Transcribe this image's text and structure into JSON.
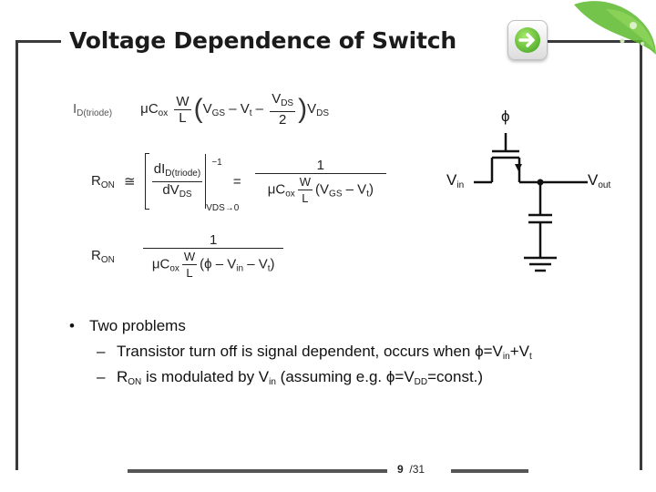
{
  "slide": {
    "title": "Voltage Dependence of Switch",
    "page_current": "9",
    "page_sep": "/",
    "page_total": "31"
  },
  "icons": {
    "next_arrow": "right-arrow-icon",
    "decoration": "green-leaf-decoration",
    "accent_green": "#4aa823"
  },
  "equations": {
    "eq1": {
      "lhs": "I",
      "lhs_sub": "D(triode)",
      "coeff": "μC",
      "coeff_sub": "ox",
      "w": "W",
      "l": "L",
      "vgs": "V",
      "vgs_sub": "GS",
      "minus_vt": "– V",
      "vt_sub": "t",
      "minus": "–",
      "vds_num": "V",
      "vds_num_sub": "DS",
      "two": "2",
      "vds": "V",
      "vds_sub": "DS"
    },
    "eq2": {
      "lhs": "R",
      "lhs_sub": "ON",
      "approx": "≅",
      "d_num": "dI",
      "d_num_sub": "D(triode)",
      "d_den": "dV",
      "d_den_sub": "DS",
      "eval": "V",
      "eval_sub": "DS",
      "eval_to": "→0",
      "exp": "−1",
      "eq": "=",
      "one": "1",
      "coeff": "μC",
      "coeff_sub": "ox",
      "w": "W",
      "l": "L",
      "vgs": "V",
      "vgs_sub": "GS",
      "minus_vt": "– V",
      "vt_sub": "t"
    },
    "eq3": {
      "lhs": "R",
      "lhs_sub": "ON",
      "one": "1",
      "coeff": "μC",
      "coeff_sub": "ox",
      "w": "W",
      "l": "L",
      "phi": "ϕ",
      "minus_vin": "– V",
      "vin_sub": "in",
      "minus_vt": "– V",
      "vt_sub": "t"
    }
  },
  "circuit": {
    "gate_label": "ϕ",
    "vin": "V",
    "vin_sub": "in",
    "vout": "V",
    "vout_sub": "out"
  },
  "bullets": {
    "main": "Two problems",
    "p1_pre": "Transistor turn off  is signal dependent, occurs when ",
    "p1_phi": "ϕ=V",
    "p1_sub1": "in",
    "p1_plus": "+V",
    "p1_sub2": "t",
    "p2_r": "R",
    "p2_r_sub": "ON",
    "p2_mid": " is modulated by V",
    "p2_in_sub": "in",
    "p2_rest": " (assuming e.g. ϕ=V",
    "p2_dd_sub": "DD",
    "p2_end": "=const.)"
  }
}
